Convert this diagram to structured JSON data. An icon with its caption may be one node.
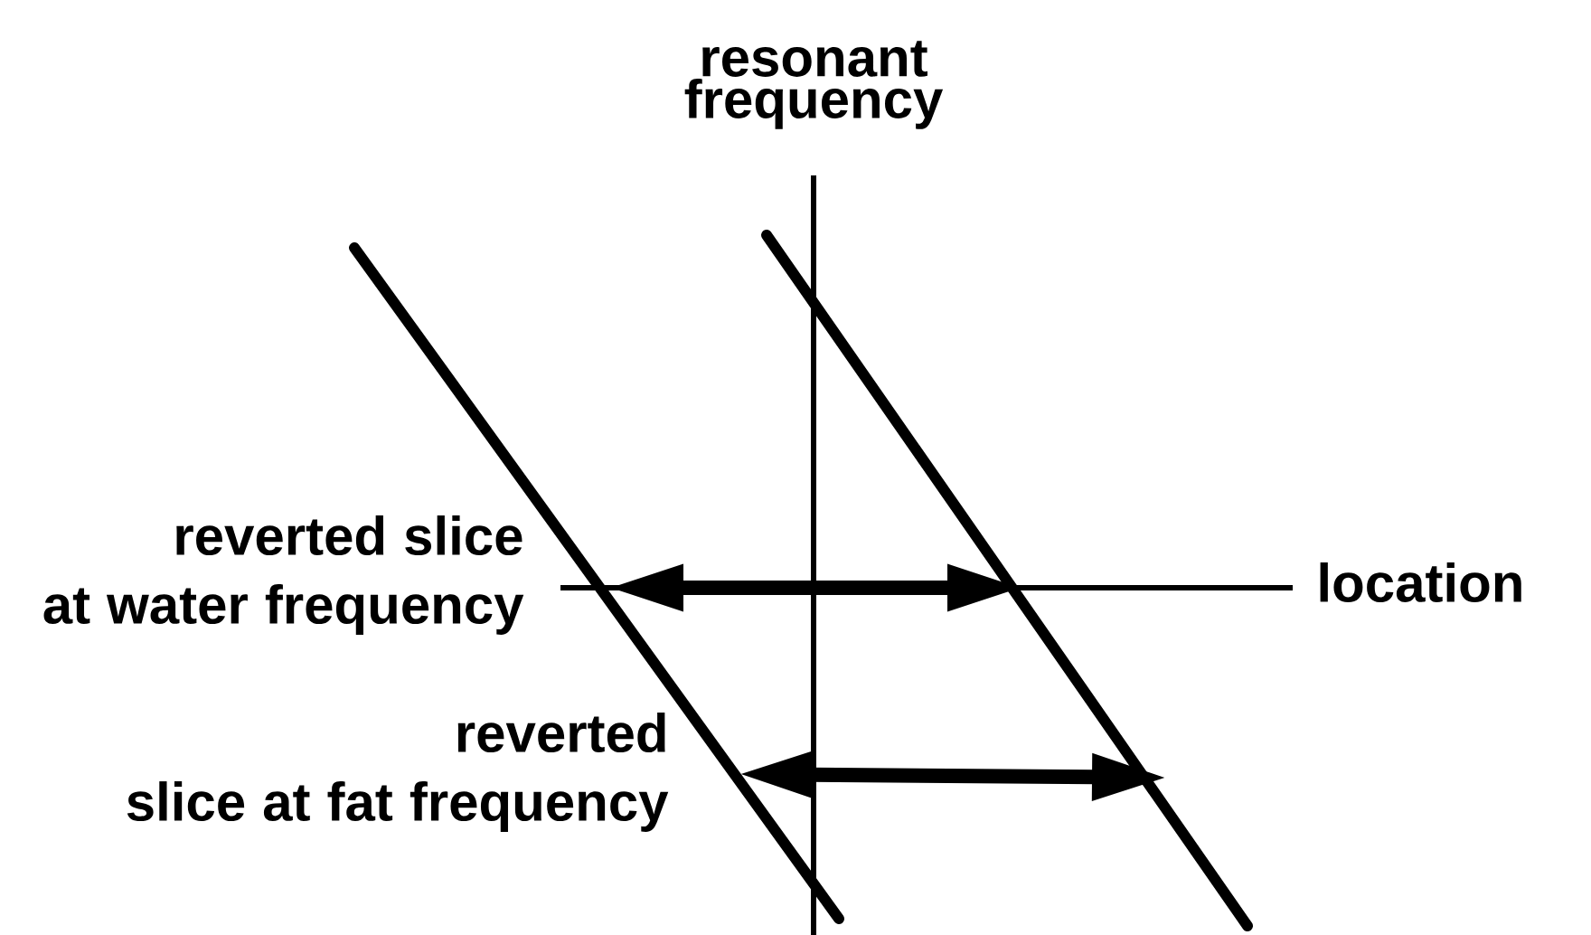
{
  "diagram": {
    "labels": [
      "resonant frequency",
      "reverted slice at water frequency",
      "location",
      "reverted slice at fat frequency"
    ]
  }
}
